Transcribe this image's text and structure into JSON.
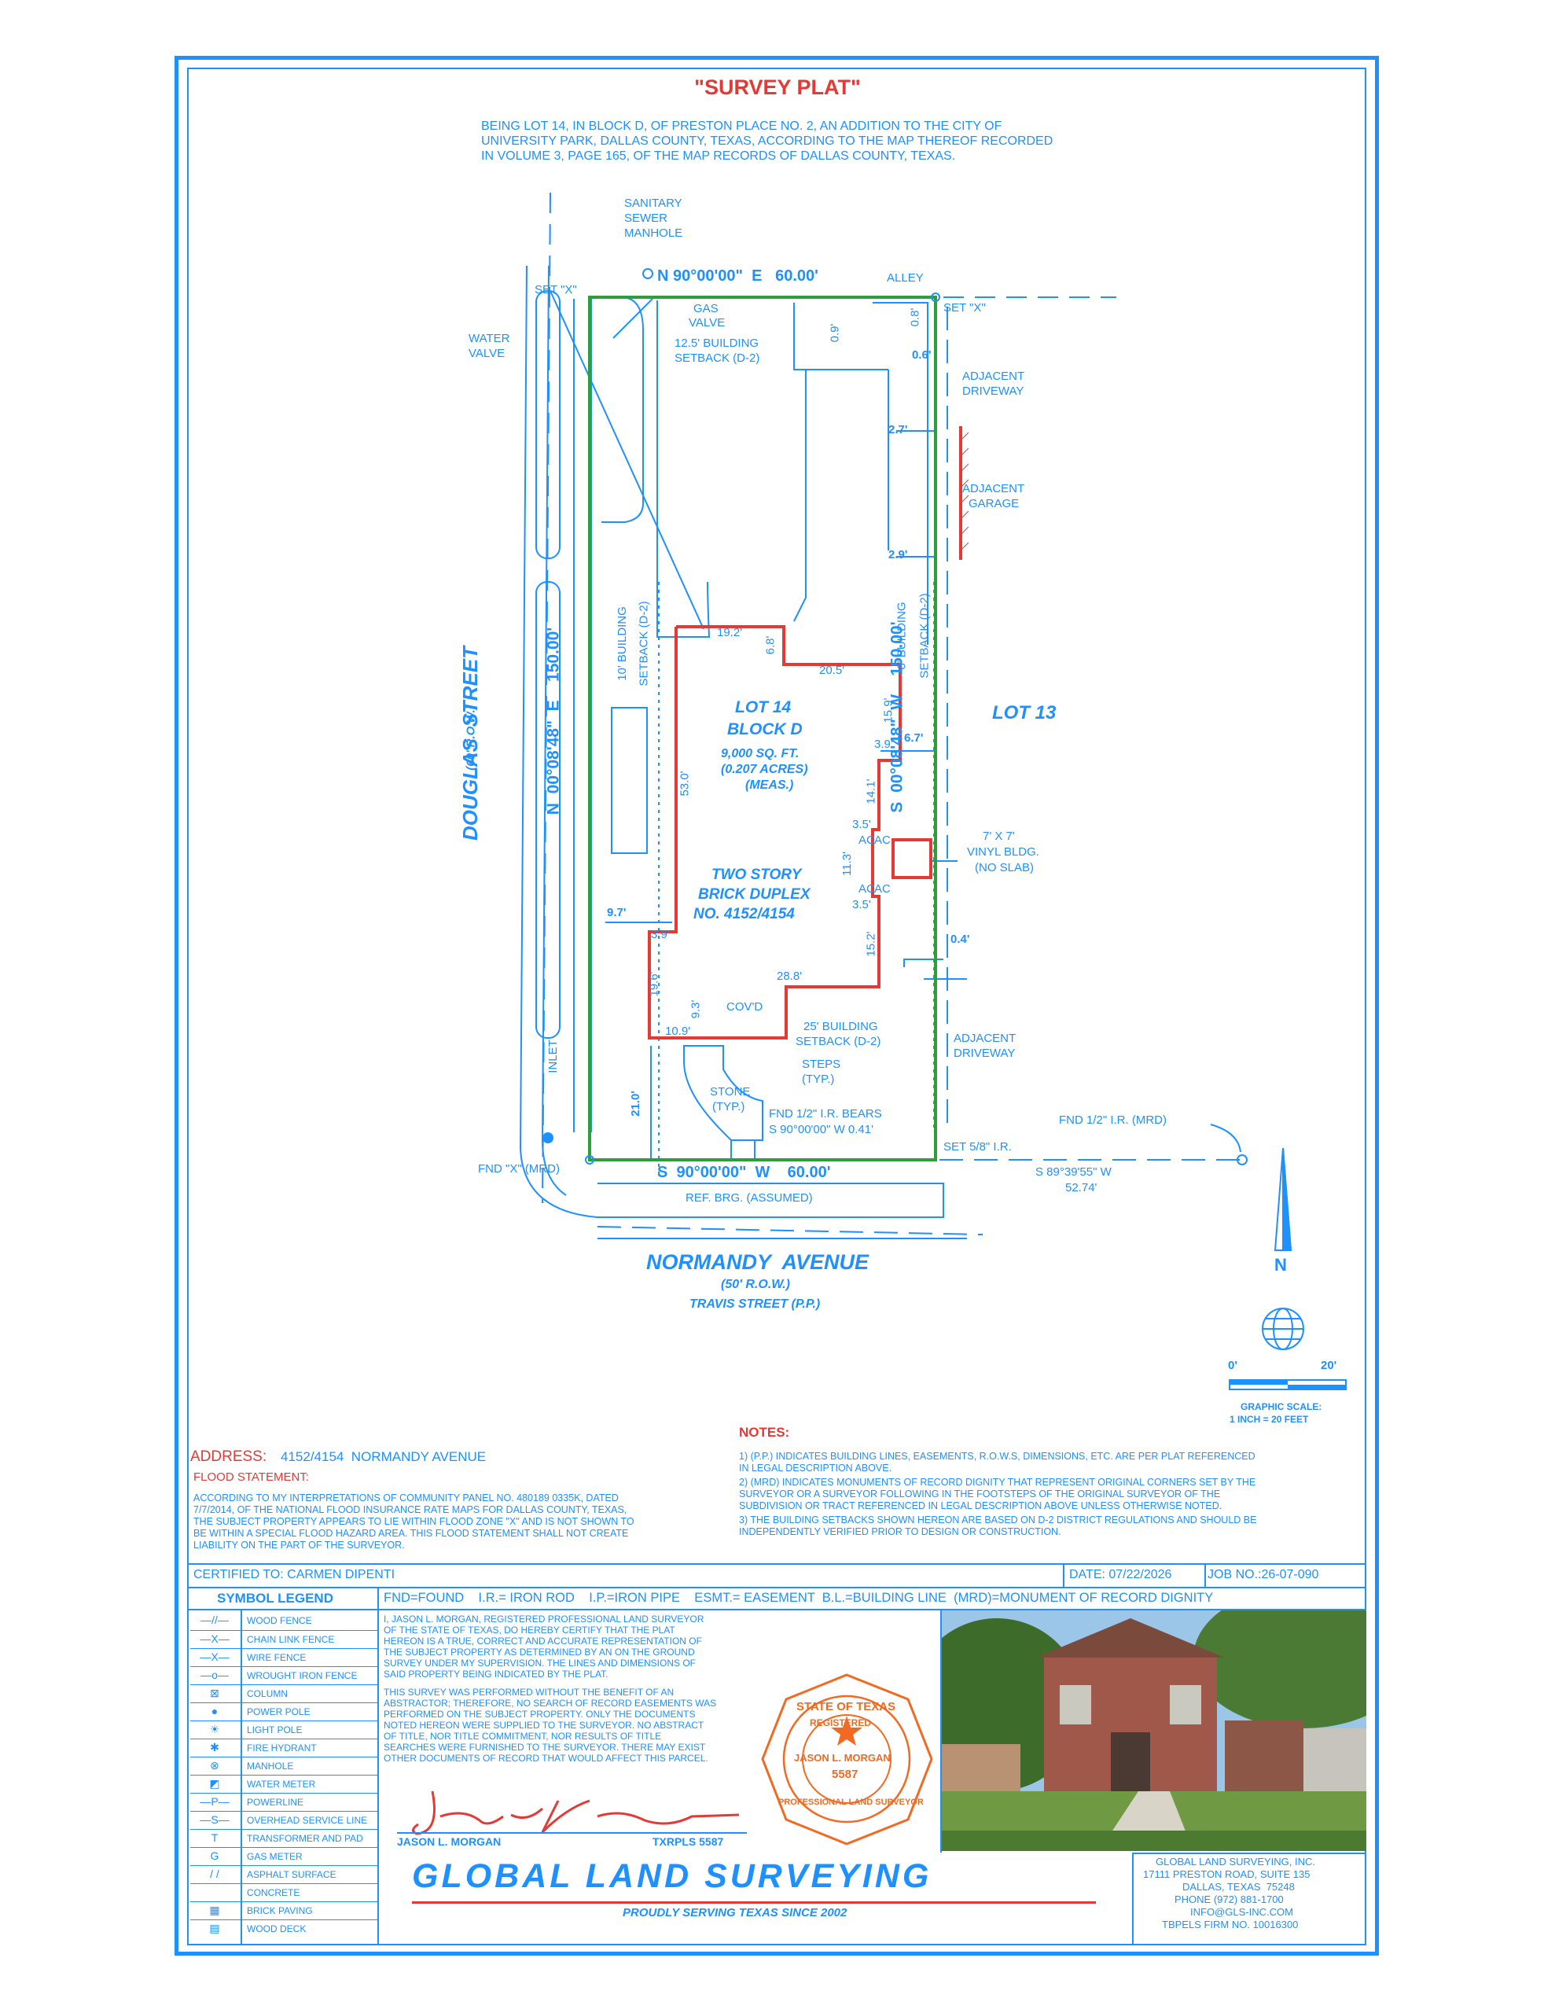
{
  "title": "\"SURVEY PLAT\"",
  "legal_description": [
    "BEING LOT 14, IN BLOCK D, OF PRESTON PLACE NO. 2, AN ADDITION TO THE CITY OF",
    "UNIVERSITY PARK, DALLAS COUNTY, TEXAS, ACCORDING TO THE MAP THEREOF RECORDED",
    "IN VOLUME 3, PAGE 165, OF THE MAP RECORDS OF DALLAS COUNTY, TEXAS."
  ],
  "plat": {
    "sanitary_sewer": [
      "SANITARY",
      "SEWER",
      "MANHOLE"
    ],
    "north_line": "N 90°00'00\"  E   60.00'",
    "alley": "ALLEY",
    "set_x_left": "SET \"X\"",
    "set_x_right": "SET \"X\"",
    "gas_valve": [
      "GAS",
      "VALVE"
    ],
    "water_valve": [
      "WATER",
      "VALVE"
    ],
    "rear_setback": [
      "12.5' BUILDING",
      "SETBACK (D-2)"
    ],
    "dim_09": "0.9'",
    "dim_08": "0.8'",
    "dim_06": "0.6'",
    "adjacent_driveway_top": [
      "ADJACENT",
      "DRIVEWAY"
    ],
    "dim_27": "2.7'",
    "adjacent_garage": [
      "ADJACENT",
      "GARAGE"
    ],
    "dim_29": "2.9'",
    "west_setback": [
      "10' BUILDING",
      "SETBACK (D-2)"
    ],
    "east_setback": [
      "6' BUILDING",
      "SETBACK (D-2)"
    ],
    "dim_192": "19.2'",
    "dim_68": "6.8'",
    "dim_205": "20.5'",
    "dim_159": "15.9'",
    "dim_39a": "3.9'",
    "dim_67": "6.7'",
    "dim_141": "14.1'",
    "dim_35a": "3.5'",
    "dim_113": "11.3'",
    "dim_35b": "3.5'",
    "dim_152": "15.2'",
    "dim_530": "53.0'",
    "dim_97": "9.7'",
    "dim_39b": "3.9'",
    "dim_196": "19.6'",
    "dim_93": "9.3'",
    "dim_288": "28.8'",
    "dim_109": "10.9'",
    "dim_04": "0.4'",
    "dim_210": "21.0'",
    "ac1": "AC",
    "ac2": "AC",
    "ac3": "AC",
    "ac4": "AC",
    "lot_label": [
      "LOT 14",
      "BLOCK D"
    ],
    "lot_area": [
      "9,000 SQ. FT.",
      "(0.207 ACRES)",
      "(MEAS.)"
    ],
    "building_label": [
      "TWO STORY",
      "BRICK DUPLEX",
      "NO. 4152/4154"
    ],
    "vinyl_bldg": [
      "7' X 7'",
      "VINYL BLDG.",
      "(NO SLAB)"
    ],
    "lot13": "LOT 13",
    "east_line": "S  00°08'48\"  W    150.00'",
    "west_line": "N  00°08'48\"  E    150.00'",
    "covd": "COV'D",
    "front_setback": [
      "25' BUILDING",
      "SETBACK (D-2)"
    ],
    "steps": [
      "STEPS",
      "(TYP.)"
    ],
    "stone": [
      "STONE",
      "(TYP.)"
    ],
    "adjacent_driveway_bottom": [
      "ADJACENT",
      "DRIVEWAY"
    ],
    "fnd_ir_bears": [
      "FND 1/2\" I.R. BEARS",
      "S 90°00'00\" W 0.41'"
    ],
    "fnd_ir_mrd": "FND 1/2\" I.R. (MRD)",
    "set_58": "SET 5/8\" I.R.",
    "tie_line": [
      "S 89°39'55\" W",
      "52.74'"
    ],
    "fnd_x_mrd": "FND \"X\" (MRD)",
    "south_line": "S  90°00'00\"  W    60.00'",
    "ref_brg": "REF. BRG. (ASSUMED)",
    "inlet": "INLET",
    "douglas": "DOUGLAS  STREET",
    "douglas_row": "(60' R.O.W.)",
    "normandy": "NORMANDY  AVENUE",
    "normandy_row": "(50' R.O.W.)",
    "travis": "TRAVIS STREET (P.P.)",
    "north_arrow": "N",
    "scale_0": "0'",
    "scale_20": "20'",
    "scale_caption": [
      "GRAPHIC SCALE:",
      "1 INCH = 20 FEET"
    ]
  },
  "address_label": "ADDRESS:",
  "address": "4152/4154  NORMANDY AVENUE",
  "flood_label": "FLOOD STATEMENT:",
  "flood_text": [
    "ACCORDING TO MY INTERPRETATIONS OF COMMUNITY PANEL NO. 480189 0335K, DATED",
    "7/7/2014, OF THE NATIONAL FLOOD INSURANCE RATE MAPS FOR DALLAS COUNTY, TEXAS,",
    "THE SUBJECT PROPERTY APPEARS TO LIE WITHIN FLOOD ZONE \"X\" AND IS NOT SHOWN TO",
    "BE WITHIN A SPECIAL FLOOD HAZARD AREA. THIS FLOOD STATEMENT SHALL NOT CREATE",
    "LIABILITY ON THE PART OF THE SURVEYOR."
  ],
  "notes_label": "NOTES:",
  "notes": [
    "1) (P.P.) INDICATES BUILDING LINES, EASEMENTS, R.O.W.S, DIMENSIONS, ETC. ARE PER PLAT REFERENCED",
    "IN LEGAL DESCRIPTION ABOVE.",
    "2) (MRD) INDICATES MONUMENTS OF RECORD DIGNITY THAT REPRESENT ORIGINAL CORNERS SET BY THE",
    "SURVEYOR OR A SURVEYOR FOLLOWING IN THE FOOTSTEPS OF THE ORIGINAL SURVEYOR OF THE",
    "SUBDIVISION OR TRACT REFERENCED IN LEGAL DESCRIPTION ABOVE UNLESS OTHERWISE NOTED.",
    "3) THE BUILDING SETBACKS SHOWN HEREON ARE BASED ON D-2 DISTRICT REGULATIONS AND SHOULD BE",
    "INDEPENDENTLY VERIFIED PRIOR TO DESIGN OR CONSTRUCTION."
  ],
  "certified_to": "CERTIFIED TO: CARMEN DIPENTI",
  "date": "DATE: 07/22/2026",
  "job_no": "JOB NO.:26-07-090",
  "legend_title": "SYMBOL LEGEND",
  "abbreviations": "FND=FOUND    I.R.= IRON ROD    I.P.=IRON PIPE    ESMT.= EASEMENT  B.L.=BUILDING LINE  (MRD)=MONUMENT OF RECORD DIGNITY",
  "legend": [
    {
      "sym": "—//—",
      "label": "WOOD FENCE"
    },
    {
      "sym": "—X—",
      "label": "CHAIN LINK FENCE"
    },
    {
      "sym": "—X—",
      "label": "WIRE FENCE"
    },
    {
      "sym": "—o—",
      "label": "WROUGHT IRON FENCE"
    },
    {
      "sym": "⊠",
      "label": "COLUMN"
    },
    {
      "sym": "●",
      "label": "POWER POLE"
    },
    {
      "sym": "☀",
      "label": "LIGHT POLE"
    },
    {
      "sym": "✱",
      "label": "FIRE HYDRANT"
    },
    {
      "sym": "⊗",
      "label": "MANHOLE"
    },
    {
      "sym": "◩",
      "label": "WATER METER"
    },
    {
      "sym": "—P—",
      "label": "POWERLINE"
    },
    {
      "sym": "—S—",
      "label": "OVERHEAD SERVICE LINE"
    },
    {
      "sym": "T",
      "label": "TRANSFORMER AND PAD"
    },
    {
      "sym": "G",
      "label": "GAS METER"
    },
    {
      "sym": "/ /",
      "label": "ASPHALT SURFACE"
    },
    {
      "sym": "",
      "label": "CONCRETE"
    },
    {
      "sym": "▦",
      "label": "BRICK PAVING"
    },
    {
      "sym": "▤",
      "label": "WOOD DECK"
    }
  ],
  "certification": [
    "I, JASON L. MORGAN, REGISTERED PROFESSIONAL LAND SURVEYOR",
    "OF THE STATE OF TEXAS, DO HEREBY CERTIFY THAT THE PLAT",
    "HEREON IS A TRUE, CORRECT AND ACCURATE REPRESENTATION OF",
    "THE SUBJECT PROPERTY AS DETERMINED BY AN ON THE GROUND",
    "SURVEY UNDER MY SUPERVISION. THE LINES AND DIMENSIONS OF",
    "SAID PROPERTY BEING INDICATED BY THE PLAT.",
    "",
    "THIS SURVEY WAS PERFORMED WITHOUT THE BENEFIT OF AN",
    "ABSTRACTOR; THEREFORE, NO SEARCH OF RECORD EASEMENTS WAS",
    "PERFORMED ON THE SUBJECT PROPERTY. ONLY THE DOCUMENTS",
    "NOTED HEREON WERE SUPPLIED TO THE SURVEYOR. NO ABSTRACT",
    "OF TITLE, NOR TITLE COMMITMENT, NOR RESULTS OF TITLE",
    "SEARCHES WERE FURNISHED TO THE SURVEYOR. THERE MAY EXIST",
    "OTHER DOCUMENTS OF RECORD THAT WOULD AFFECT THIS PARCEL."
  ],
  "surveyor_name": "JASON L. MORGAN",
  "surveyor_reg": "TXRPLS 5587",
  "seal": {
    "top": "STATE OF TEXAS",
    "registered": "REGISTERED",
    "name": "JASON L. MORGAN",
    "number": "5587",
    "bottom": "PROFESSIONAL LAND SURVEYOR"
  },
  "company_logo": "GLOBAL LAND SURVEYING",
  "tagline": "PROUDLY SERVING TEXAS SINCE 2002",
  "company_block": [
    "GLOBAL LAND SURVEYING, INC.",
    "17111 PRESTON ROAD, SUITE 135",
    "DALLAS, TEXAS  75248",
    "PHONE (972) 881-1700",
    "INFO@GLS-INC.COM",
    "TBPELS FIRM NO. 10016300"
  ],
  "colors": {
    "blue": "#1e90ff",
    "red": "#e53935",
    "green": "#2e9e3a",
    "seal": "#f26a21"
  }
}
